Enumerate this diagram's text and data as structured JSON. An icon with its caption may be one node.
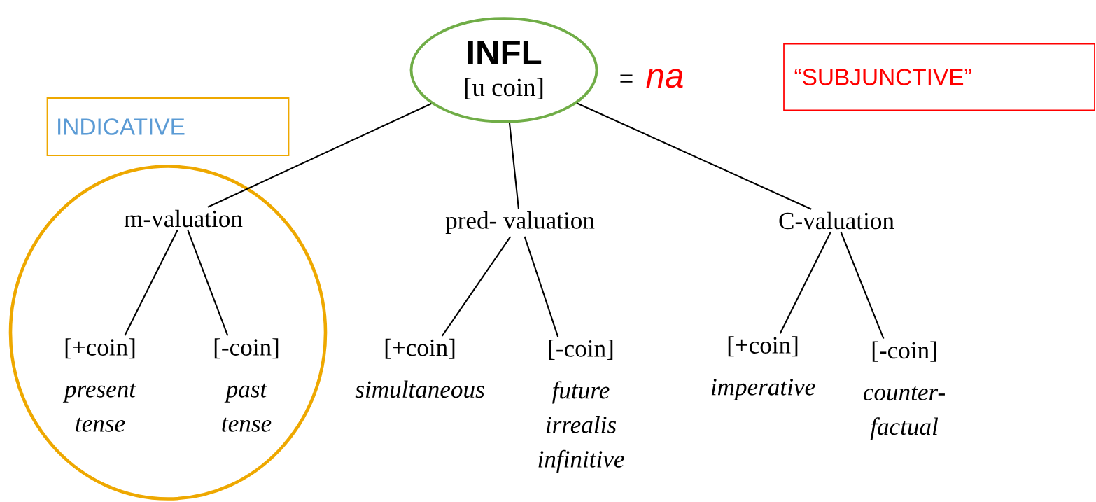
{
  "diagram": {
    "nodes": [
      {
        "text": [
          "INFL",
          "[u coin]"
        ]
      },
      {
        "text": [
          "“SUBJUNCTIVE”"
        ]
      },
      {
        "text": [
          "INDICATIVE"
        ]
      },
      {
        "text": [],
        "shape": "circle"
      },
      {
        "text": [
          "m-valuation"
        ],
        "in": 3
      },
      {
        "text": [
          "pred- valuation"
        ]
      },
      {
        "text": [
          "C-valuation"
        ]
      },
      {
        "text": [
          "[+coin]",
          "present tense"
        ],
        "in": 3
      },
      {
        "text": [
          "[-coin]",
          "past tense"
        ],
        "in": 3
      },
      {
        "text": [
          "[+coin]",
          "simultaneous"
        ]
      },
      {
        "text": [
          "[-coin]",
          "future irrealis infinitive"
        ]
      },
      {
        "text": [
          "[+coin]",
          "imperative"
        ]
      },
      {
        "text": [
          "[-coin]",
          "counter- factual"
        ]
      }
    ],
    "edges": [
      {
        "from": 0,
        "to": 4,
        "arrow": "none"
      },
      {
        "from": 0,
        "to": 5,
        "arrow": "none"
      },
      {
        "from": 0,
        "to": 6,
        "arrow": "none"
      },
      {
        "from": 4,
        "to": 7,
        "arrow": "none"
      },
      {
        "from": 4,
        "to": 8,
        "arrow": "none"
      },
      {
        "from": 5,
        "to": 9,
        "arrow": "none"
      },
      {
        "from": 5,
        "to": 10,
        "arrow": "none"
      },
      {
        "from": 6,
        "to": 11,
        "arrow": "none"
      },
      {
        "from": 6,
        "to": 12,
        "arrow": "none"
      }
    ],
    "labels": [
      "=",
      "na"
    ]
  }
}
